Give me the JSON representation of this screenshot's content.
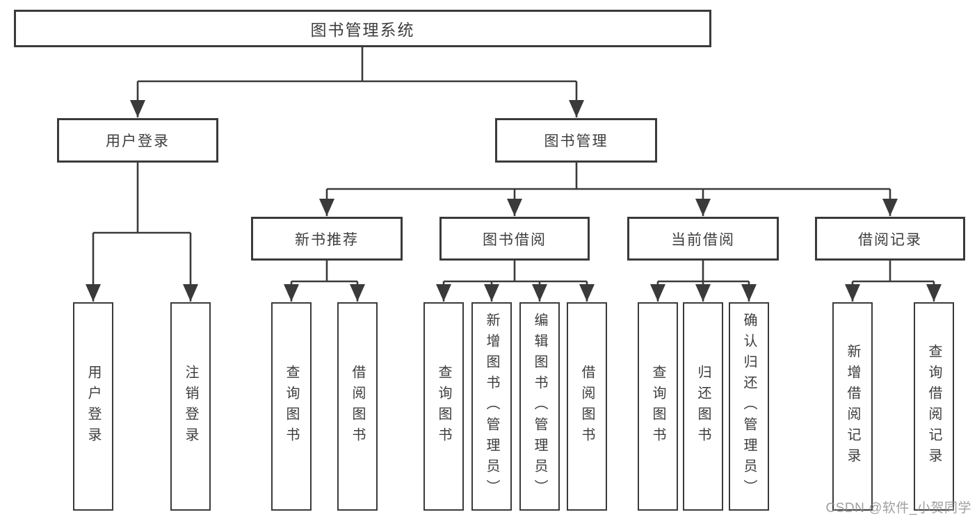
{
  "page": {
    "background": "#ffffff"
  },
  "colors": {
    "line": "#3a3a3a",
    "text": "#3d3d3d",
    "box_background": "#ffffff",
    "watermark": "#8a8a8a"
  },
  "diagram": {
    "root": {
      "label": "图书管理系统"
    },
    "level2": [
      {
        "label": "用户登录"
      },
      {
        "label": "图书管理"
      }
    ],
    "level3": [
      {
        "label": "新书推荐"
      },
      {
        "label": "图书借阅"
      },
      {
        "label": "当前借阅"
      },
      {
        "label": "借阅记录"
      }
    ],
    "leaves": [
      {
        "group": "用户登录",
        "label": "用户登录"
      },
      {
        "group": "用户登录",
        "label": "注销登录"
      },
      {
        "group": "新书推荐",
        "label": "查询图书"
      },
      {
        "group": "新书推荐",
        "label": "借阅图书"
      },
      {
        "group": "图书借阅",
        "label": "查询图书"
      },
      {
        "group": "图书借阅",
        "label": "新增图书（管理员）"
      },
      {
        "group": "图书借阅",
        "label": "编辑图书（管理员）"
      },
      {
        "group": "图书借阅",
        "label": "借阅图书"
      },
      {
        "group": "当前借阅",
        "label": "查询图书"
      },
      {
        "group": "当前借阅",
        "label": "归还图书"
      },
      {
        "group": "当前借阅",
        "label": "确认归还（管理员）"
      },
      {
        "group": "借阅记录",
        "label": "新增借阅记录"
      },
      {
        "group": "借阅记录",
        "label": "查询借阅记录"
      }
    ]
  },
  "watermark": {
    "text": "CSDN @软件_小贺同学"
  }
}
